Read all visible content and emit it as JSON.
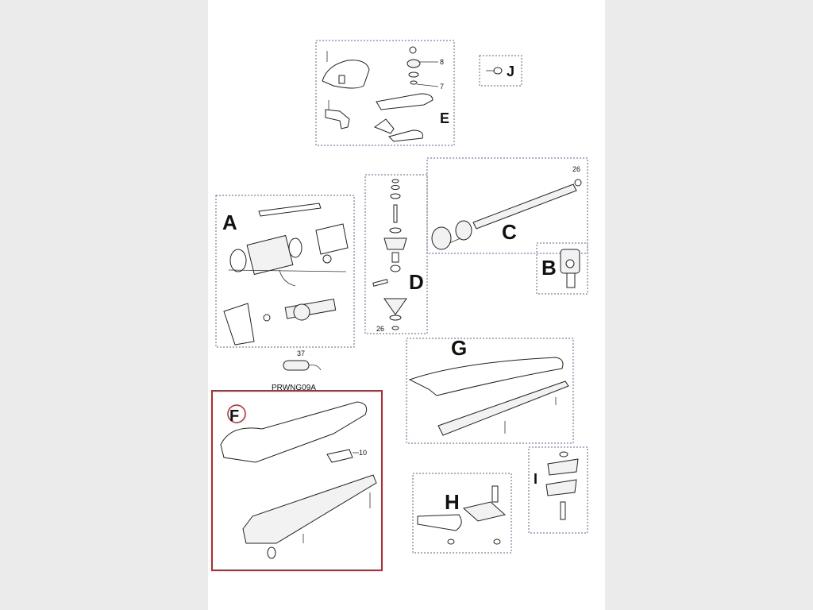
{
  "groups": {
    "A": {
      "label": "A"
    },
    "B": {
      "label": "B"
    },
    "C": {
      "label": "C",
      "callouts": [
        "26"
      ]
    },
    "D": {
      "label": "D",
      "callouts": [
        "26"
      ]
    },
    "E": {
      "label": "E",
      "callouts": [
        "8",
        "7"
      ]
    },
    "F": {
      "label": "F",
      "callouts": [
        "10"
      ]
    },
    "G": {
      "label": "G"
    },
    "H": {
      "label": "H"
    },
    "I": {
      "label": "I"
    },
    "J": {
      "label": "J"
    }
  },
  "loose_part": {
    "callout": "37",
    "code": "PRWNG09A"
  },
  "colors": {
    "group_border": "#5b5fb0",
    "highlight_border": "#c0272d"
  }
}
